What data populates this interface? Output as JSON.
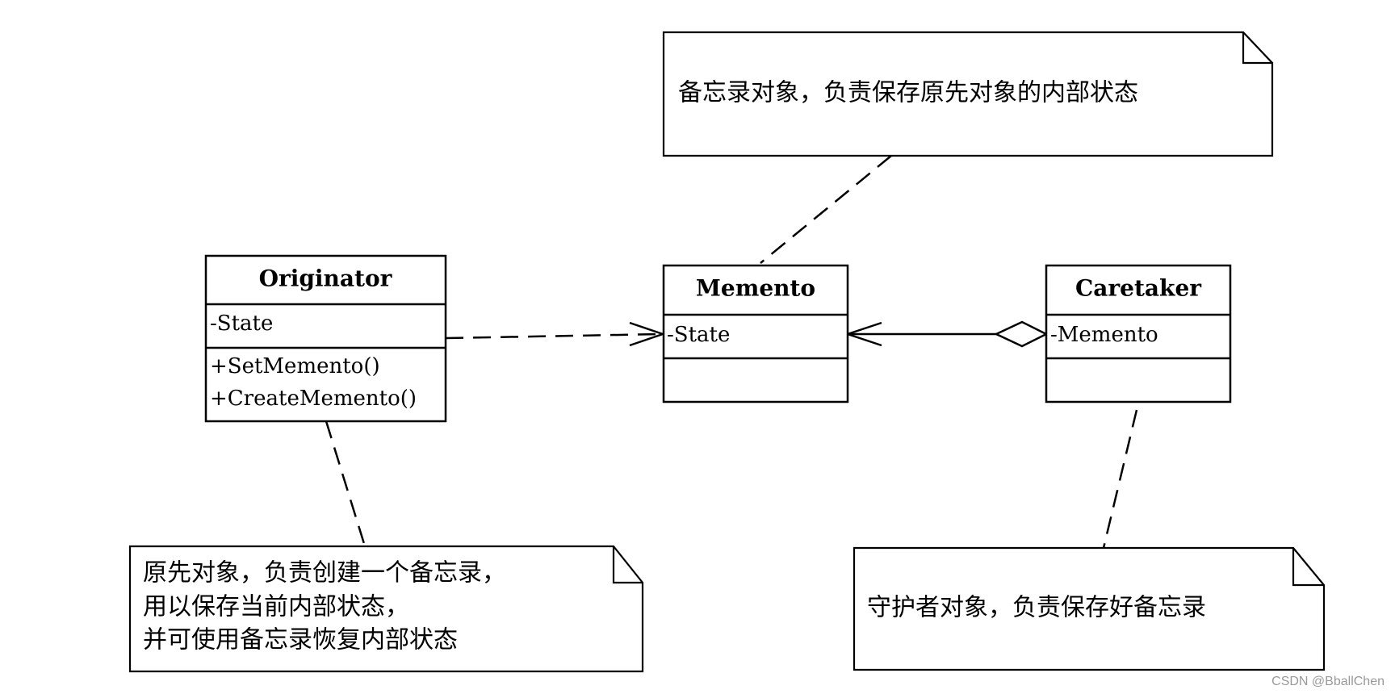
{
  "diagram": {
    "classes": {
      "originator": {
        "name": "Originator",
        "attributes": [
          "-State"
        ],
        "operations": [
          "+SetMemento()",
          "+CreateMemento()"
        ]
      },
      "memento": {
        "name": "Memento",
        "attributes": [
          "-State"
        ],
        "operations": []
      },
      "caretaker": {
        "name": "Caretaker",
        "attributes": [
          "-Memento"
        ],
        "operations": []
      }
    },
    "notes": {
      "memento_note": [
        "备忘录对象，负责保存原先对象的内部状态"
      ],
      "originator_note": [
        "原先对象，负责创建一个备忘录，",
        "用以保存当前内部状态，",
        "并可使用备忘录恢复内部状态"
      ],
      "caretaker_note": [
        "守护者对象，负责保存好备忘录"
      ]
    },
    "relations": [
      {
        "from": "Originator",
        "to": "Memento",
        "kind": "dependency"
      },
      {
        "from": "Caretaker",
        "to": "Memento",
        "kind": "aggregation"
      }
    ],
    "watermark": "CSDN @BballChen"
  }
}
